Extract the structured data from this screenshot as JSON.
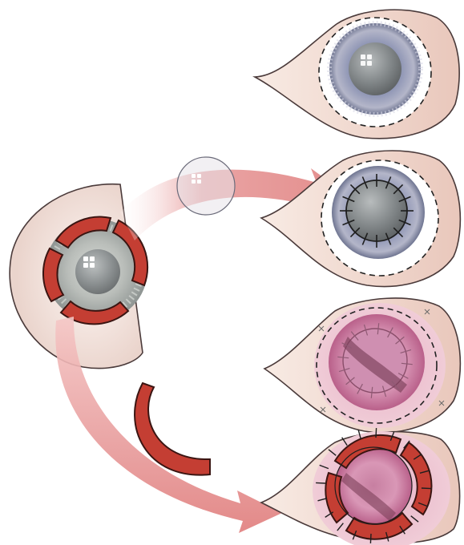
{
  "figure": {
    "background": "#ffffff",
    "colors": {
      "eyelid_skin": "#f3dcd2",
      "eyelid_outline": "#4a3a3a",
      "sclera": "#ffffff",
      "iris_blue_grey": "#8c93b3",
      "pupil": "#7d8284",
      "arrow_pink": "#e79a9a",
      "tissue_ring_red": "#c43e33",
      "tissue_ring_dark": "#5a2420",
      "inflamed_pink": "#d98aa9",
      "suture_dark": "#2a2a2a"
    },
    "panels": [
      {
        "id": "donor-eye",
        "icon": "donor-eye-globe"
      },
      {
        "id": "eye-intact",
        "icon": "healthy-eye"
      },
      {
        "id": "eye-corneal-graft",
        "icon": "sutured-corneal-graft"
      },
      {
        "id": "eye-failed-graft",
        "icon": "inflamed-failed-graft"
      },
      {
        "id": "eye-limbal-graft",
        "icon": "limbal-stem-cell-graft"
      }
    ],
    "arrows": [
      {
        "id": "arrow-corneal-button",
        "from": "donor-eye",
        "to": "eye-corneal-graft"
      },
      {
        "id": "arrow-limbal-ring",
        "from": "donor-eye",
        "to": "eye-limbal-graft"
      }
    ]
  }
}
